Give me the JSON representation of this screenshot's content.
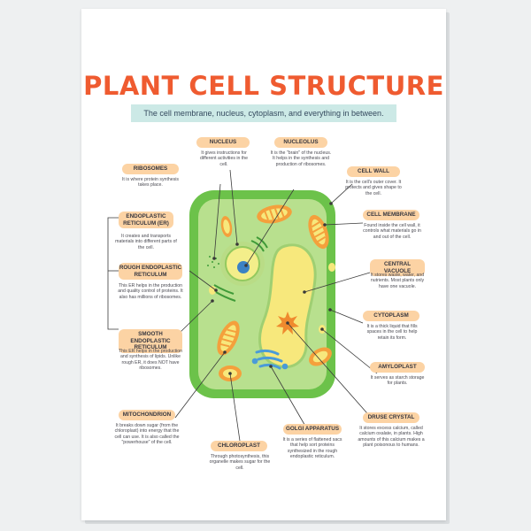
{
  "poster": {
    "title": "PLANT CELL STRUCTURE",
    "subtitle": "The cell membrane, nucleus, cytoplasm, and everything in between."
  },
  "labels": {
    "nucleus": {
      "name": "NUCLEUS",
      "desc": "It gives instructions for different activities in the cell."
    },
    "nucleolus": {
      "name": "NUCLEOLUS",
      "desc": "It is the \"brain\" of the nucleus. It helps in the synthesis and production of ribosomes."
    },
    "ribosomes": {
      "name": "RIBOSOMES",
      "desc": "It is where protein synthesis takes place."
    },
    "cell_wall": {
      "name": "CELL WALL",
      "desc": "It is the cell's outer cover. It protects and gives shape to the cell."
    },
    "er": {
      "name": "ENDOPLASTIC RETICULUM (ER)",
      "desc": "It creates and transports materials into different parts of the cell."
    },
    "cell_membrane": {
      "name": "CELL MEMBRANE",
      "desc": "Found inside the cell wall, it controls what materials go in and out of the cell."
    },
    "rough_er": {
      "name": "ROUGH ENDOPLASTIC RETICULUM",
      "desc": "This ER helps in the production and quality control of proteins. It also has millions of ribosomes."
    },
    "central_vacuole": {
      "name": "CENTRAL VACUOLE",
      "desc": "It stores waste, water, and nutrients. Most plants only have one vacuole."
    },
    "smooth_er": {
      "name": "SMOOTH ENDOPLASTIC RETICULUM",
      "desc": "This ER helps in the production and synthesis of lipids. Unlike rough ER, it does NOT have ribosomes."
    },
    "cytoplasm": {
      "name": "CYTOPLASM",
      "desc": "It is a thick liquid that fills spaces in the cell to help retain its form."
    },
    "amyloplast": {
      "name": "AMYLOPLAST",
      "desc": "It serves as starch storage for plants."
    },
    "mitochondrion": {
      "name": "MITOCHONDRION",
      "desc": "It breaks down sugar (from the chloroplast) into energy that the cell can use. It is also called the \"powerhouse\" of the cell."
    },
    "druse_crystal": {
      "name": "DRUSE CRYSTAL",
      "desc": "It stores excess calcium, called calcium oxalate, in plants. High amounts of this calcium makes a plant poisonous to humans."
    },
    "golgi": {
      "name": "GOLGI APPARATUS",
      "desc": "It is a series of flattened sacs that help sort proteins synthesized in the rough endoplastic reticulum."
    },
    "chloroplast": {
      "name": "CHLOROPLAST",
      "desc": "Through photosynthesis, this organelle makes sugar for the cell."
    }
  },
  "colors": {
    "title": "#ef5b30",
    "label_bg": "#fcd3a4",
    "subtitle_bg": "#cce9e6",
    "cell_wall": "#6cc24a",
    "cytoplasm": "#b8e08e",
    "vacuole": "#f7e87c",
    "nucleus": "#3b82c4"
  }
}
